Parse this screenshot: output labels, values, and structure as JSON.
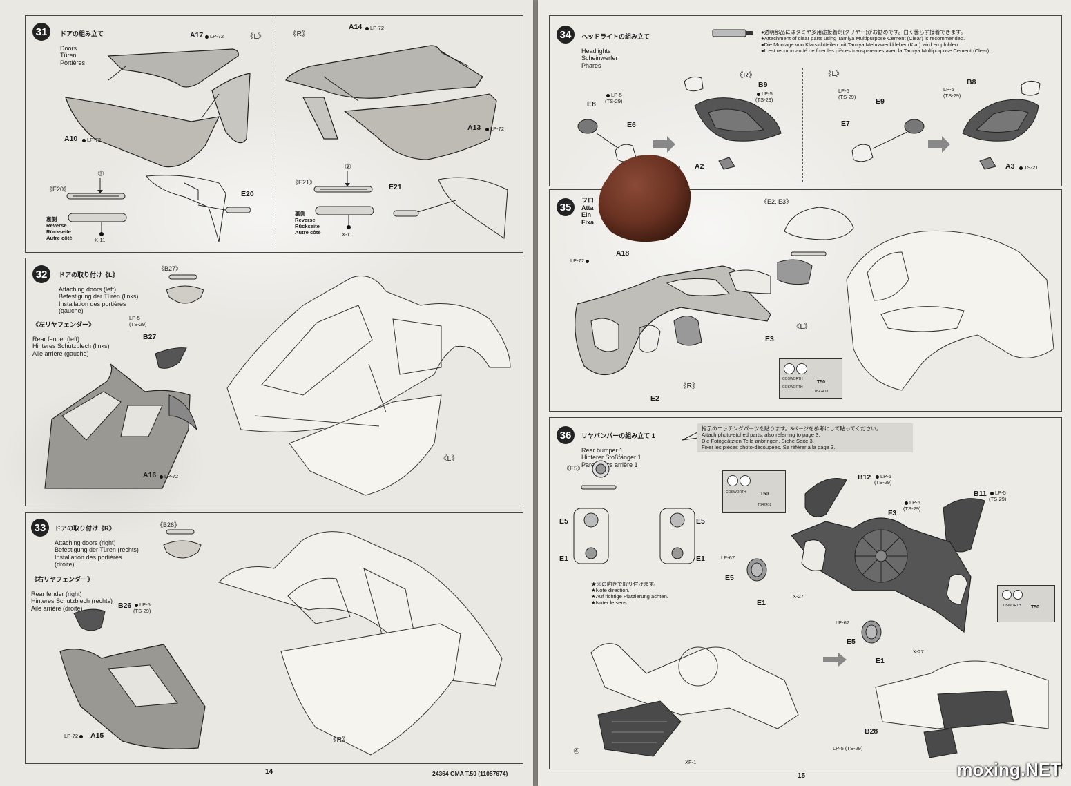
{
  "left_page": {
    "page_number": "14",
    "footer_code": "24364  GMA T.50 (11057674)",
    "step31": {
      "number": "31",
      "title_jp": "ドアの組み立て",
      "title_lines": "Doors\nTüren\nPortières",
      "labels": {
        "a17": "A17",
        "a14": "A14",
        "a10": "A10",
        "a13": "A13",
        "e20": "《E20》",
        "e20b": "E20",
        "e21": "《E21》",
        "e21b": "E21",
        "L": "《L》",
        "R": "《R》",
        "lp72": "LP-72",
        "x11": "X-11",
        "n3": "③",
        "n2": "②"
      },
      "reverse_text": "裏側\nReverse\nRückseite\nAutre côté"
    },
    "step32": {
      "number": "32",
      "title_jp": "ドアの取り付け《L》",
      "title_lines": "Attaching doors (left)\nBefestigung der Türen (links)\nInstallation des portières\n(gauche)",
      "sub_jp": "《左リヤフェンダー》",
      "sub_lines": "Rear fender (left)\nHinteres Schutzblech (links)\nAile arrière (gauche)",
      "labels": {
        "b27box": "《B27》",
        "b27": "B27",
        "lp5": "LP-5",
        "ts29": "(TS-29)",
        "a16": "A16",
        "lp72": "LP-72",
        "L": "《L》"
      }
    },
    "step33": {
      "number": "33",
      "title_jp": "ドアの取り付け《R》",
      "title_lines": "Attaching doors (right)\nBefestigung der Türen (rechts)\nInstallation des portières\n(droite)",
      "sub_jp": "《右リヤフェンダー》",
      "sub_lines": "Rear fender (right)\nHinteres Schutzblech (rechts)\nAile arrière (droite)",
      "labels": {
        "b26box": "《B26》",
        "b26": "B26",
        "lp5": "LP-5",
        "ts29": "(TS-29)",
        "a15": "A15",
        "lp72": "LP-72",
        "R": "《R》"
      }
    }
  },
  "right_page": {
    "page_number": "15",
    "watermark": "moxing.NET",
    "step34": {
      "number": "34",
      "title_jp": "ヘッドライトの組み立て",
      "title_lines": "Headlights\nScheinwerfer\nPhares",
      "note": "●透明部品にはタミヤ多用途接着剤(クリヤー)がお勧めです。白く曇らず接着できます。\n●Attachment of clear parts using Tamiya Multipurpose Cement (Clear) is recommended.\n●Die Montage von Klarsichtteilen mit Tamiya Mehrzweckkleber (Klar) wird empfohlen.\n●Il est recommandé de fixer les pièces transparentes avec la Tamiya Multipurpose Cement (Clear).",
      "labels": {
        "R": "《R》",
        "L": "《L》",
        "b9": "B9",
        "b8": "B8",
        "e8": "E8",
        "e6": "E6",
        "e9": "E9",
        "e7": "E7",
        "a2": "A2",
        "a3": "A3",
        "ts21": "TS-21",
        "lp5": "LP-5",
        "ts29": "(TS-29)"
      }
    },
    "step35": {
      "number": "35",
      "title_partial": "フロ\nAtta\nEin\nFixa",
      "labels": {
        "e2e3": "《E2, E3》",
        "a18": "A18",
        "lp72": "LP-72",
        "e3": "E3",
        "e2": "E2",
        "L": "《L》",
        "R": "《R》"
      },
      "etch": {
        "brand": "COSWORTH",
        "code": "TB42418",
        "mark": "T50"
      }
    },
    "step36": {
      "number": "36",
      "title_jp": "リヤバンパーの組み立て 1",
      "title_lines": "Rear bumper 1\nHinterer Stoßfänger 1\nPare-chocs arrière 1",
      "note": "指示のエッチングパーツを貼ります。3ページを参考にして貼ってください。\nAttach photo-etched parts, also referring to page 3.\nDie Fotogeätzten Teile anbringen. Siehe Seite 3.\nFixer les pièces photo-découpées. Se référer à la page 3.",
      "direction_note": "★図の向きで取り付けます。\n★Note direction.\n★Auf richtige Platzierung achten.\n★Noter le sens.",
      "labels": {
        "e5box": "《E5》",
        "e5": "E5",
        "e1": "E1",
        "b12": "B12",
        "b11": "B11",
        "f3": "F3",
        "lp5": "LP-5",
        "ts29": "(TS-29)",
        "lp67": "LP-67",
        "x27": "X-27",
        "b28": "B28",
        "xf1": "XF-1",
        "lp5ts29": "LP-5 (TS-29)",
        "n4": "④"
      }
    }
  }
}
